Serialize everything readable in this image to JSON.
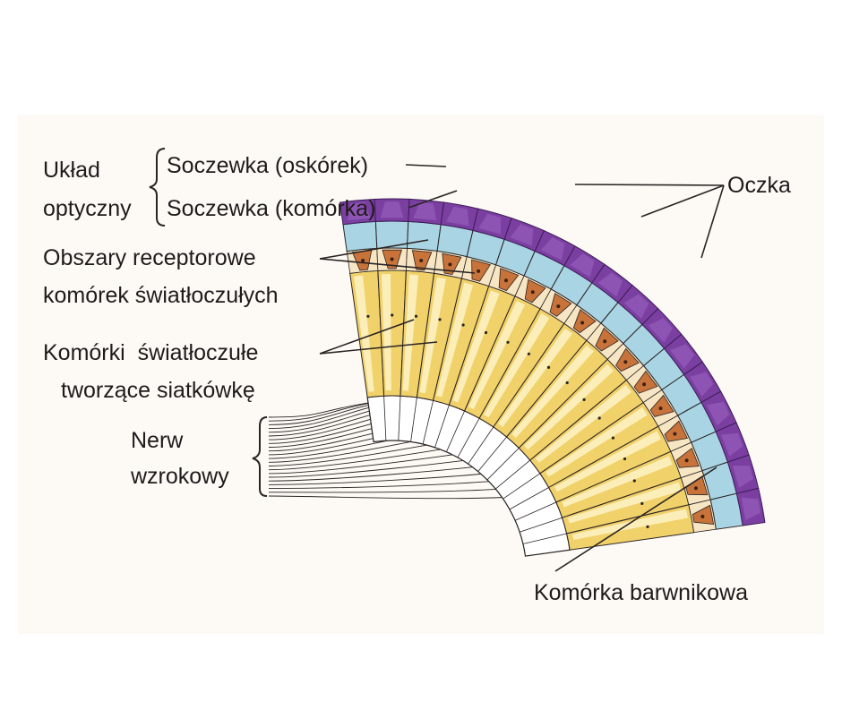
{
  "diagram": {
    "labels": {
      "uklad": "Układ",
      "optyczny": "optyczny",
      "soczewka_oskorek": "Soczewka (oskórek)",
      "soczewka_komorka": "Soczewka (komórka)",
      "oczka": "Oczka",
      "obszary_1": "Obszary receptorowe",
      "obszary_2": "komórek światłoczułych",
      "komorki_1": "Komórki  światłoczułe",
      "komorki_2": "tworzące siatkówkę",
      "nerw_1": "Nerw",
      "nerw_2": "wzrokowy",
      "barwnikowa": "Komórka barwnikowa"
    },
    "colors": {
      "background": "#fdfaf5",
      "cornea": "#7a3fa0",
      "cornea_light": "#9b62c2",
      "lens": "#a9d4e4",
      "pigment": "#c8733a",
      "receptor": "#f1d16a",
      "receptor_light": "#fbeeb8",
      "nerve": "#ffffff",
      "line": "#2a2424"
    }
  }
}
